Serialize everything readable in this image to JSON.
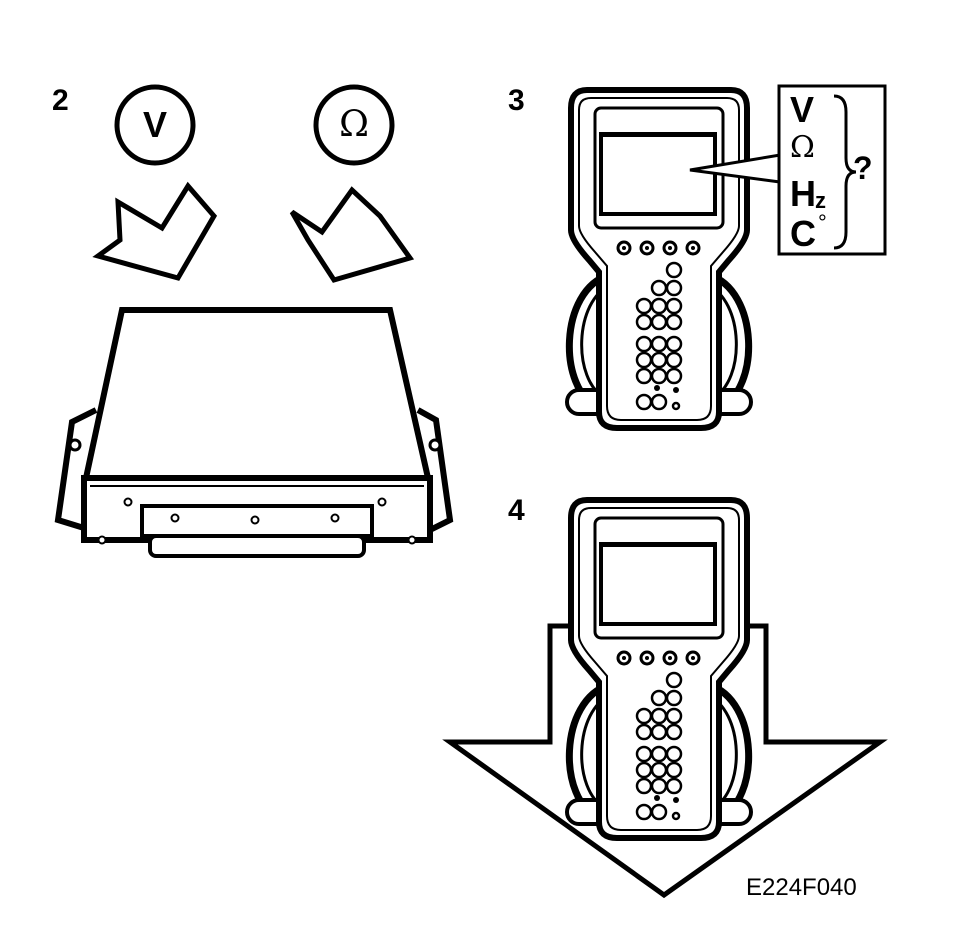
{
  "steps": {
    "s2": "2",
    "s3": "3",
    "s4": "4"
  },
  "symbols": {
    "volt": "V",
    "ohm": "Ω"
  },
  "measurements": {
    "v": "V",
    "ohm": "Ω",
    "hz_h": "H",
    "hz_z": "z",
    "c": "C",
    "deg": "°",
    "question": "?"
  },
  "figure_code": "E224F040",
  "colors": {
    "ink": "#000000",
    "paper": "#ffffff"
  }
}
